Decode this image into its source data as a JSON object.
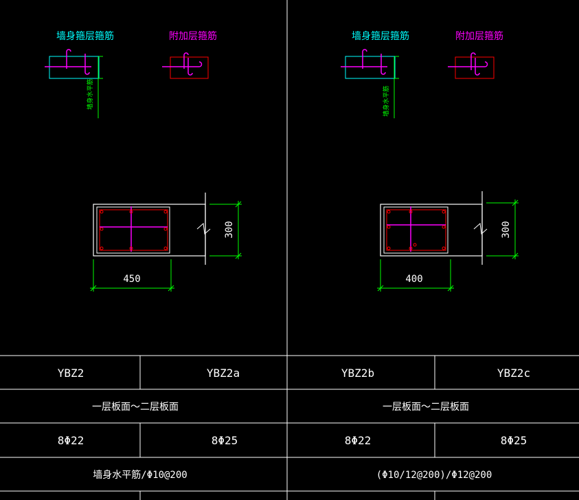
{
  "colors": {
    "background": "#000000",
    "grid": "#ffffff",
    "label_cyan": "#00ffff",
    "label_magenta": "#ff00ff",
    "wall_layer": "#00ffff",
    "added_layer": "#ff0000",
    "stirrup": "#ff00ff",
    "dimension": "#00ff00"
  },
  "panels": [
    {
      "wall_layer_label": "墙身箍层箍筋",
      "added_layer_label": "附加层箍筋",
      "vertical_note": "墙身水平筋",
      "width_dim": "450",
      "height_dim": "300"
    },
    {
      "wall_layer_label": "墙身箍层箍筋",
      "added_layer_label": "附加层箍筋",
      "vertical_note": "墙身水平筋",
      "width_dim": "400",
      "height_dim": "300"
    }
  ],
  "table": {
    "row1": [
      "YBZ2",
      "YBZ2a",
      "YBZ2b",
      "YBZ2c"
    ],
    "row2": [
      "一层板面～二层板面",
      "一层板面～二层板面"
    ],
    "row3": [
      "8Φ22",
      "8Φ25",
      "8Φ22",
      "8Φ25"
    ],
    "row4": [
      "墙身水平筋/Φ10@200",
      "(Φ10/12@200)/Φ12@200"
    ]
  }
}
